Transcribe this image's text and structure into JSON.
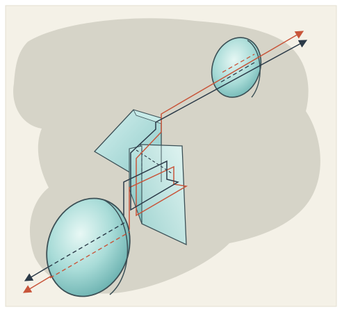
{
  "illustration": {
    "subject": "binoculars-prism-optical-path",
    "colors": {
      "page": "#ffffff",
      "panel": "#f4f1e7",
      "silhouette": "#d6d4c8",
      "glass_light": "#dcf3f0",
      "glass_mid": "#a8dbd8",
      "glass_dark": "#6fb8b6",
      "glass_edge": "#3b4f55",
      "ray_red": "#c8553a",
      "ray_dark": "#2b3a48"
    },
    "rays": [
      {
        "name": "red-ray",
        "color": "#c8553a"
      },
      {
        "name": "dark-ray",
        "color": "#2b3a48"
      }
    ]
  }
}
